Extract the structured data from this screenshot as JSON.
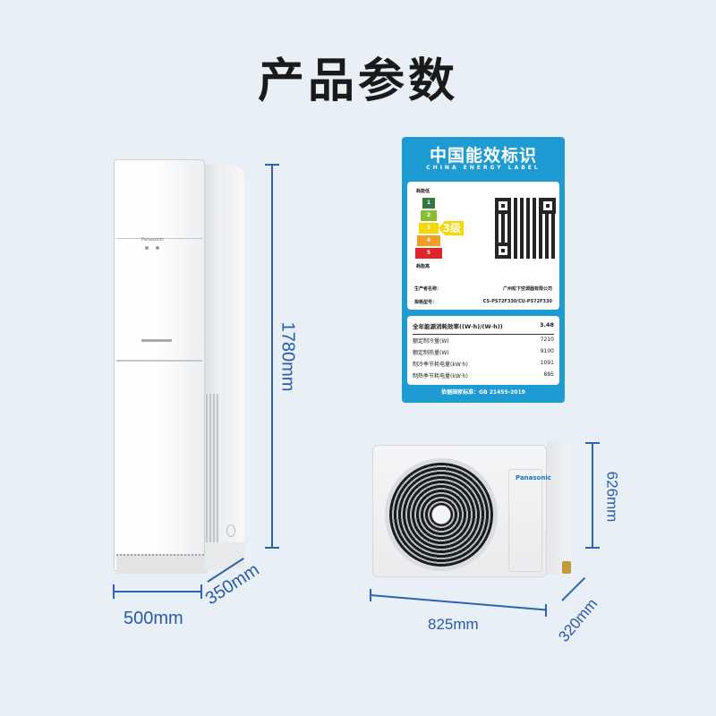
{
  "page": {
    "title": "产品参数",
    "background_color": "#e8eff7",
    "accent_color": "#2f63b0"
  },
  "indoor_unit": {
    "brand": "Panasonic",
    "dimensions": {
      "height": "1780mm",
      "width": "500mm",
      "depth": "350mm"
    }
  },
  "outdoor_unit": {
    "brand": "Panasonic",
    "dimensions": {
      "height": "626mm",
      "width": "825mm",
      "depth": "320mm"
    }
  },
  "energy_label": {
    "title_cn": "中国能效标识",
    "title_en": "CHINA ENERGY LABEL",
    "color": "#1f9bd4",
    "low_consumption": "耗能低",
    "high_consumption": "耗能高",
    "grades": [
      {
        "level": "1",
        "color": "#2f7a3e"
      },
      {
        "level": "2",
        "color": "#8bbd34"
      },
      {
        "level": "3",
        "color": "#f7d800"
      },
      {
        "level": "4",
        "color": "#f0a020"
      },
      {
        "level": "5",
        "color": "#e2232a"
      }
    ],
    "current_grade": "3级",
    "manufacturer_label": "生产者名称：",
    "manufacturer": "广州松下空调器有限公司",
    "model_label": "规格型号：",
    "model": "CS-PS72F330/CU-PS72F330",
    "efficiency": {
      "label": "全年能源消耗效率((W·h)/(W·h))",
      "value": "3.48"
    },
    "specs": [
      {
        "label": "额定制冷量(W)",
        "value": "7210"
      },
      {
        "label": "额定制热量(W)",
        "value": "9100"
      },
      {
        "label": "制冷季节耗电量(kW·h)",
        "value": "1091"
      },
      {
        "label": "制热季节耗电量(kW·h)",
        "value": "885"
      }
    ],
    "standard": "依据国家标准：GB 21455-2019"
  }
}
